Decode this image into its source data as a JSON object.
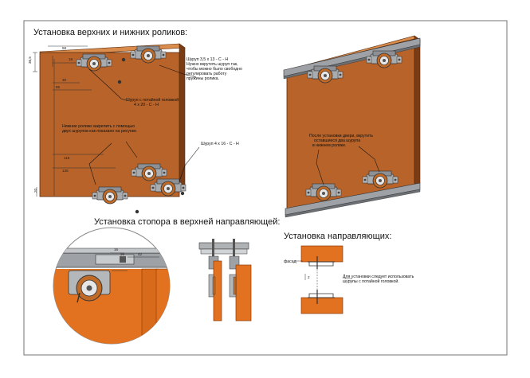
{
  "titles": {
    "rollers": "Установка верхних и нижних роликов:",
    "stopper": "Установка стопора в верхней направляющей:",
    "guides": "Установка направляющих:"
  },
  "notes": {
    "screw_top": [
      "Шуруп  3,5 х 13 - С - Н",
      "Нужно вкрутить шуруп так,",
      "чтобы можно было свободно",
      "регулировать работу",
      "пружины ролика."
    ],
    "screw_countersunk": [
      "Шуруп с потайной головкой",
      "4 х 20 - С - Н"
    ],
    "lower_rollers": [
      "Нижние ролики закрепить с помощью",
      "двух шурупов как показано на рисунке."
    ],
    "screw_side": [
      "Шуруп  4 х 16 - С - Н"
    ],
    "after_install": [
      "После установки двери, вкрутить",
      "оставшиеся два шурупа",
      "в нижнем ролике."
    ],
    "facade": "фасад",
    "guides_note": [
      "Для установки следует использовать",
      "шурупы с потайной головкой."
    ]
  },
  "dims": {
    "d365": "36,5",
    "d58": "58",
    "d18": "18",
    "d30": "30",
    "d55": "55",
    "d115": "115",
    "d135": "135",
    "d20": "20",
    "d16": "16",
    "d26": "26",
    "d42": "42",
    "d2": "2"
  },
  "colors": {
    "panel": "#b7632a",
    "panel_light": "#c8742f",
    "panel_dark": "#6f3914",
    "metal": "#8d9195",
    "wheel": "#c06a28",
    "frame": "#8a8a8a"
  }
}
